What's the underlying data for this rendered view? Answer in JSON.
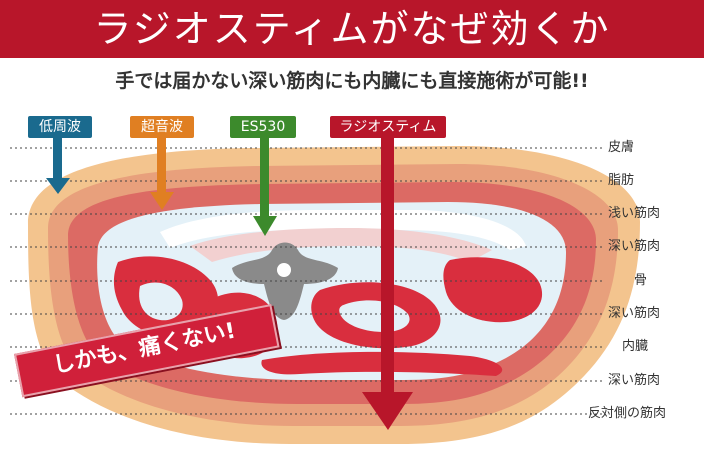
{
  "header": {
    "title": "ラジオスティムがなぜ効くか",
    "subtitle": "手では届かない深い筋肉にも内臓にも直接施術が可能!!"
  },
  "methods": [
    {
      "label": "低周波",
      "color": "#1a6a8e"
    },
    {
      "label": "超音波",
      "color": "#e07f22"
    },
    {
      "label": "ES530",
      "color": "#3c8a2c"
    },
    {
      "label": "ラジオスティム",
      "color": "#b8162a"
    }
  ],
  "layers": [
    "皮膚",
    "脂肪",
    "浅い筋肉",
    "深い筋肉",
    "骨",
    "深い筋肉",
    "内臓",
    "深い筋肉",
    "反対側の筋肉"
  ],
  "stamp": {
    "text": "しかも、痛くない!"
  },
  "colors": {
    "banner": "#b8162a",
    "skin": "#f3c48e",
    "fat": "#e8a07c",
    "muscle": "#dc6a64",
    "organ": "#e4f1f8",
    "viscera": "#d92e3e",
    "bone": "#8a8a8a"
  }
}
